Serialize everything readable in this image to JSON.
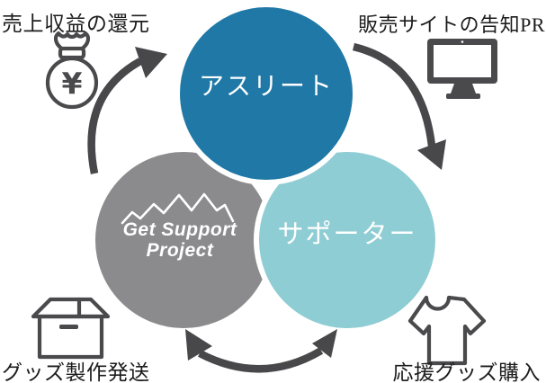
{
  "labels": {
    "top_left": "売上収益の還元",
    "top_right": "販売サイトの告知PR",
    "bottom_left": "グッズ製作発送",
    "bottom_right": "応援グッズ購入"
  },
  "circles": {
    "athlete": {
      "label": "アスリート",
      "color": "#1f78a6"
    },
    "supporter": {
      "label": "サポーター",
      "color": "#8ecdd3"
    },
    "project": {
      "label_line1": "Get Support",
      "label_line2": "Project",
      "color": "#8b8b8e"
    }
  },
  "icons": {
    "money_bag": {
      "name": "money-bag-icon",
      "symbol": "¥"
    },
    "monitor": {
      "name": "monitor-icon"
    },
    "box": {
      "name": "box-icon"
    },
    "tshirt": {
      "name": "tshirt-icon"
    },
    "mountain_logo": {
      "name": "mountain-range-icon"
    }
  },
  "colors": {
    "arrow": "#48484b",
    "icon_stroke": "#4a4a4d",
    "label_text": "#1c1c1c",
    "circle_outline": "#ffffff",
    "background": "#ffffff"
  }
}
